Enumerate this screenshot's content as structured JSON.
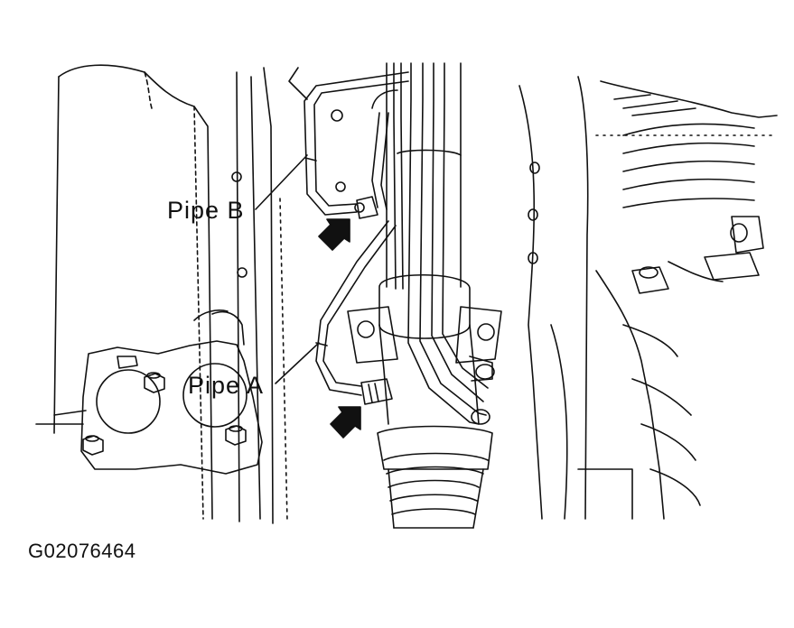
{
  "callouts": {
    "pipe_b": "Pipe B",
    "pipe_a": "Pipe A"
  },
  "figure_id": "G02076464",
  "colors": {
    "ink": "#111111",
    "paper": "#ffffff"
  },
  "icons": [
    "arrow-pointer-icon",
    "arrow-pointer-icon"
  ]
}
